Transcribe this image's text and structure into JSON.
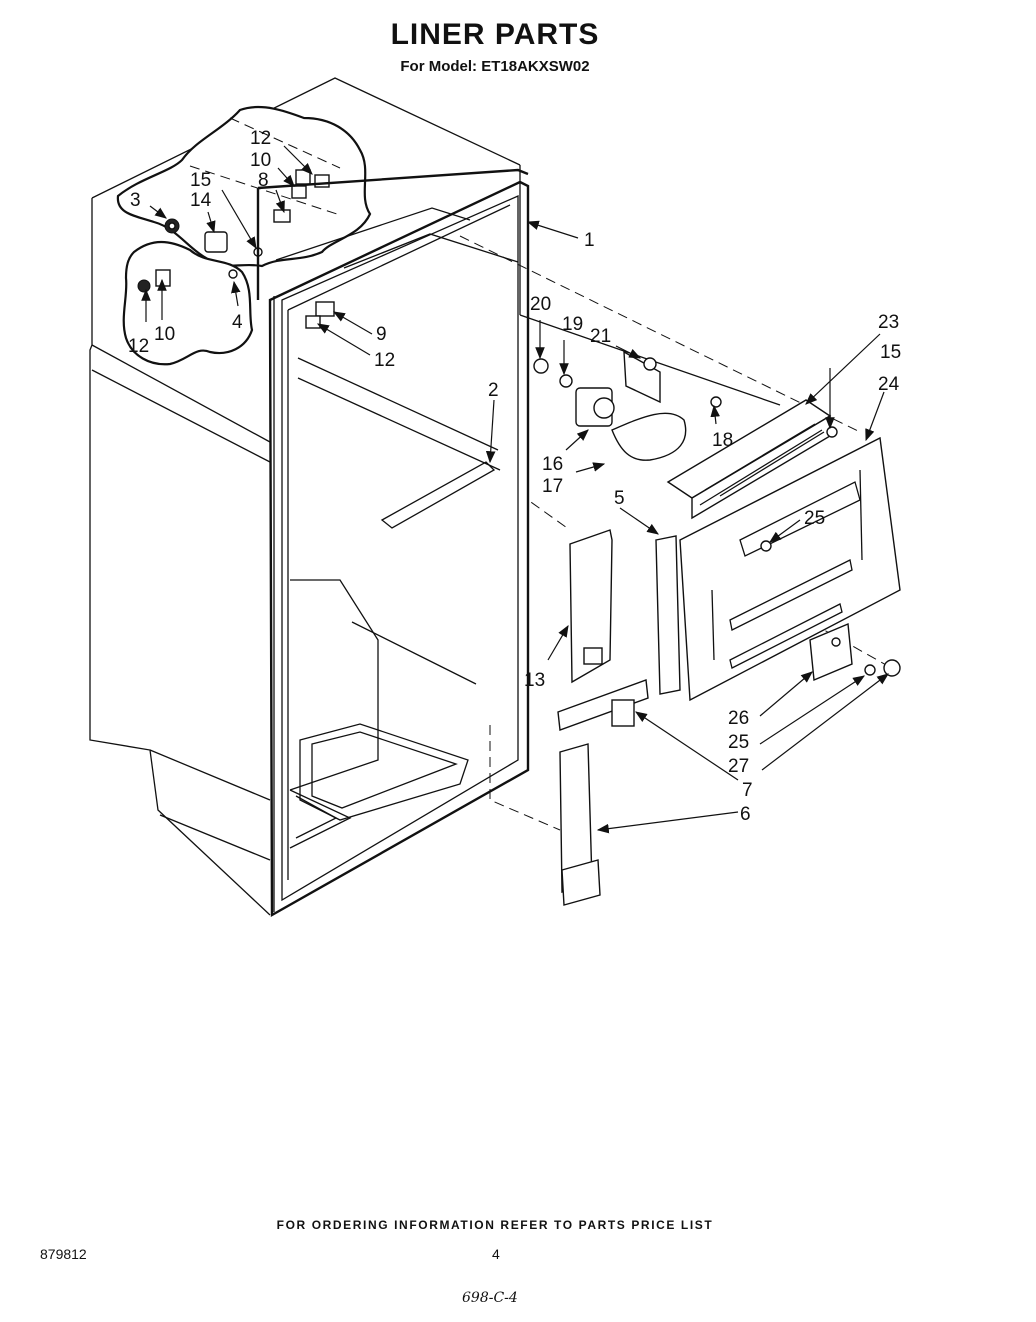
{
  "header": {
    "title": "LINER PARTS",
    "subtitle": "For Model: ET18AKXSW02"
  },
  "footer": {
    "ordering_note": "FOR ORDERING INFORMATION REFER TO PARTS PRICE LIST",
    "document_number": "879812",
    "page_number": "4",
    "handwritten_code": "698-C-4"
  },
  "callouts": {
    "c1": "1",
    "c2": "2",
    "c3": "3",
    "c4": "4",
    "c5": "5",
    "c6": "6",
    "c7": "7",
    "c8": "8",
    "c9": "9",
    "c10a": "10",
    "c10b": "10",
    "c12a": "12",
    "c12b": "12",
    "c12c": "12",
    "c13": "13",
    "c14": "14",
    "c15a": "15",
    "c15b": "15",
    "c16": "16",
    "c17": "17",
    "c18": "18",
    "c19": "19",
    "c20": "20",
    "c21": "21",
    "c23": "23",
    "c24": "24",
    "c25a": "25",
    "c25b": "25",
    "c26": "26",
    "c27": "27"
  }
}
